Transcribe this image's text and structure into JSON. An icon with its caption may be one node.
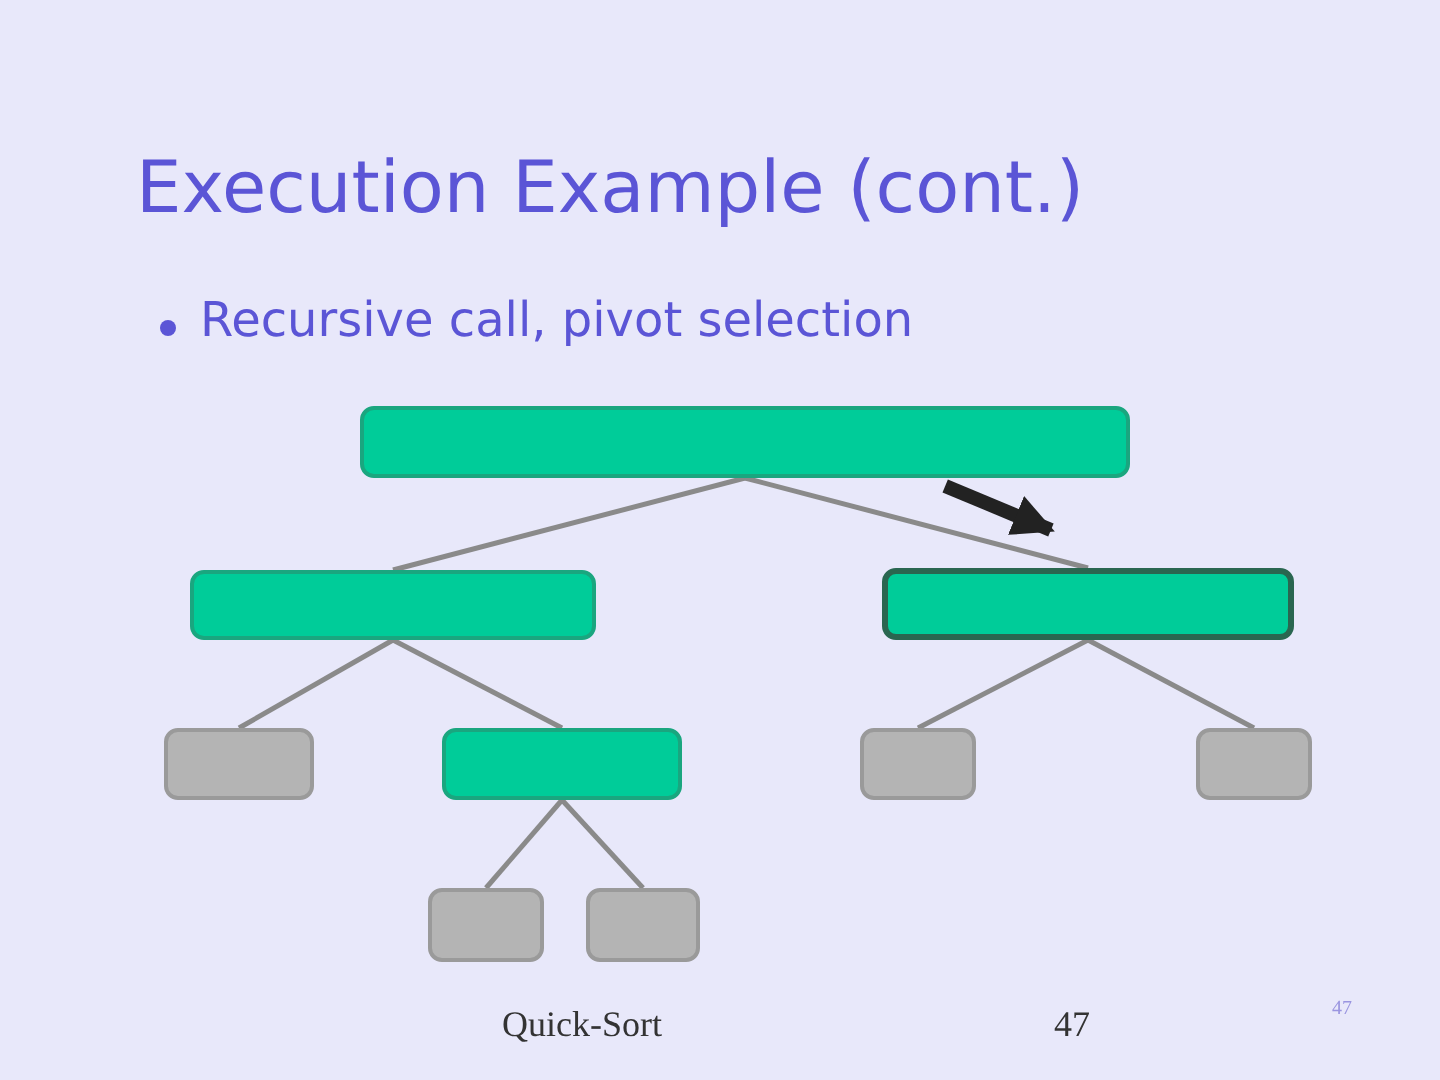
{
  "diagram": {
    "title": "Execution Example (cont.)",
    "nodes": [
      {
        "text": [],
        "shape": "box"
      },
      {
        "text": [],
        "shape": "box"
      },
      {
        "text": [],
        "shape": "box"
      },
      {
        "text": [],
        "shape": "box"
      },
      {
        "text": [],
        "shape": "box"
      },
      {
        "text": [],
        "shape": "box"
      },
      {
        "text": [],
        "shape": "box"
      },
      {
        "text": [],
        "shape": "box"
      },
      {
        "text": [],
        "shape": "box"
      }
    ],
    "edges": [
      {
        "from": 0,
        "to": 1,
        "arrow": "none"
      },
      {
        "from": 0,
        "to": 2,
        "arrow": "none"
      },
      {
        "from": 0,
        "to": 2,
        "arrow": "to",
        "style": "thick",
        "color": "#222222"
      },
      {
        "from": 1,
        "to": 3,
        "arrow": "none"
      },
      {
        "from": 1,
        "to": 4,
        "arrow": "none"
      },
      {
        "from": 2,
        "to": 5,
        "arrow": "none"
      },
      {
        "from": 2,
        "to": 6,
        "arrow": "none"
      },
      {
        "from": 4,
        "to": 7,
        "arrow": "none"
      },
      {
        "from": 4,
        "to": 8,
        "arrow": "none"
      }
    ],
    "labels": [
      "Recursive call, pivot selection",
      "Quick-Sort",
      "47",
      "47"
    ]
  }
}
